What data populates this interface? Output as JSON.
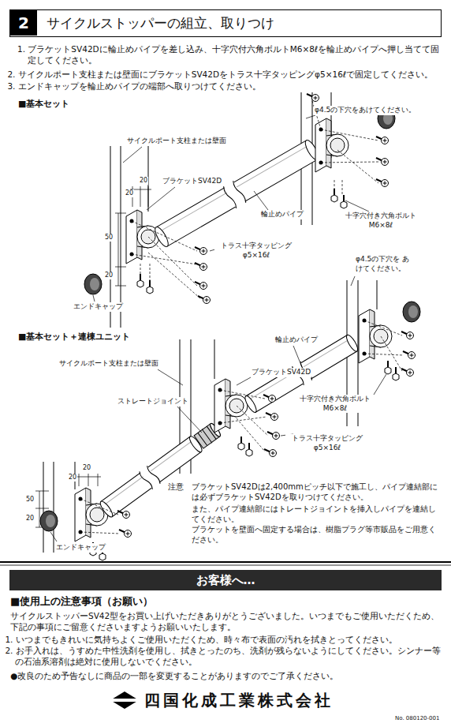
{
  "diagram": {
    "nodes": [
      {
        "text": [
          "サイクルストッパーの組立、取りつけ"
        ]
      },
      {
        "text": [
          "2"
        ],
        "in": 0
      },
      {
        "text": [
          "お客様へ…"
        ]
      }
    ],
    "labels": [
      "1. ブラケットSV42Dに輪止めパイプを差し込み、十字穴付六角ボルトM6×8ℓを輪止めパイプへ押し当てて固定してください。",
      "2. サイクルポート支柱または壁面にブラケットSV42Dをトラス十字タッピングφ5×16ℓで固定してください。",
      "3. エンドキャップを輪止めパイプの端部へ取りつけてください。",
      "■基本セット",
      "φ4.5の下穴をあけてください。",
      "サイクルポート支柱または壁面",
      "20",
      "20",
      "ブラケットSV42D",
      "輪止めパイプ",
      "十字穴付き六角ボルト M6×8ℓ",
      "50",
      "20",
      "トラス十字タッピング φ5×16ℓ",
      "エンドキャップ",
      "■基本セット＋連棟ユニット",
      "φ4.5の下穴を あけてください。",
      "輪止めパイプ",
      "ブラケットSV42D",
      "サイクルポート支柱または壁面",
      "十字穴付き六角ボルト M6×8ℓ",
      "20",
      "20",
      "50",
      "20",
      "ストレートジョイント",
      "トラス十字タッピング φ5×16ℓ",
      "エンドキャップ",
      "注意",
      "ブラケットSV42Dは2,400mmピッチ以下で施工し、パイプ連結部には必ずブラケットSV42Dを取りつけてください。",
      "また、パイプ連結部にはトレートジョイントを挿入しパイプを連結してください。",
      "ブラケットを壁面へ固定する場合は、樹脂プラグ等市販品をご用意ください。",
      "■使用上の注意事項（お願い）",
      "サイクルストッパーSV42型をお買い上げいただきありがとうございました。いつまでもご使用いただくため、下記の事項にご留意くださいますようお願いいたします。",
      "1.  いつまでもきれいに気持ちよくご使用いただくため、時々布で表面の汚れを拭きとってください。",
      "2.  お手入れは、うすめた中性洗剤を使用し、拭きとったのち、洗剤が残らないようにしてください。シンナー等の石油系溶剤は絶対に使用しないでください。",
      "●改良のため予告なしに商品の一部を変更することがありますのでご了承ください。",
      "四国化成工業株式会社",
      "No. 080120-001"
    ]
  }
}
